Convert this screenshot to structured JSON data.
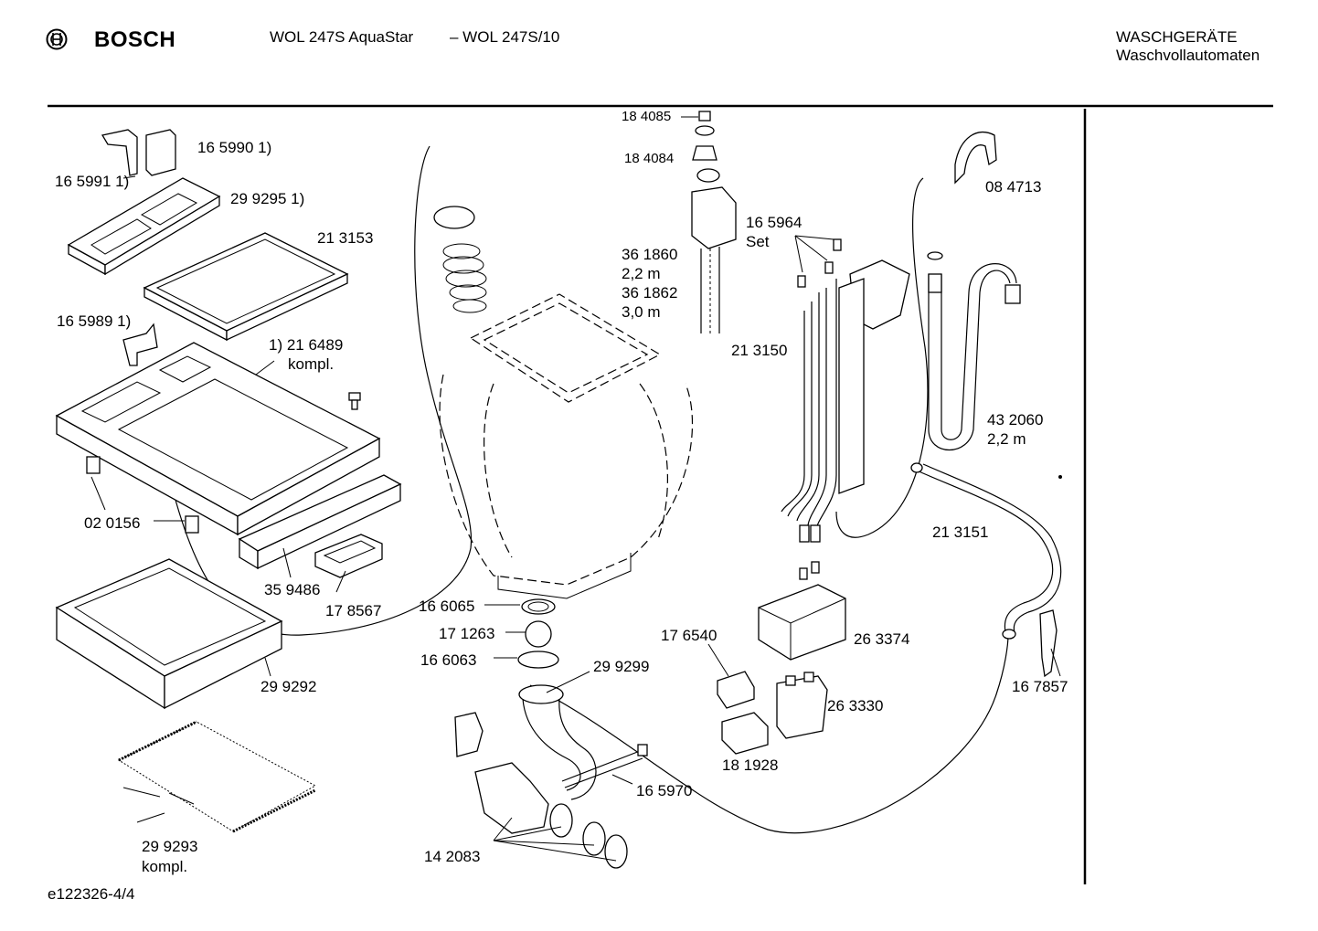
{
  "header": {
    "brand": "BOSCH",
    "model": "WOL 247S AquaStar",
    "variant": "– WOL 247S/10",
    "category": "WASCHGERÄTE",
    "subcategory": "Waschvollautomaten"
  },
  "footer": {
    "doc_id": "e122326-4/4"
  },
  "parts": [
    {
      "id": "p1",
      "text": "16 5990 1)"
    },
    {
      "id": "p2",
      "text": "16 5991 1)"
    },
    {
      "id": "p3",
      "text": "29 9295 1)"
    },
    {
      "id": "p4",
      "text": "21 3153"
    },
    {
      "id": "p5",
      "text": "16 5989 1)"
    },
    {
      "id": "p6",
      "text": "1) 21 6489"
    },
    {
      "id": "p6b",
      "text": "kompl."
    },
    {
      "id": "p7",
      "text": "02 0156"
    },
    {
      "id": "p8",
      "text": "35 9486"
    },
    {
      "id": "p9",
      "text": "17 8567"
    },
    {
      "id": "p10",
      "text": "29 9292"
    },
    {
      "id": "p11",
      "text": "29 9293"
    },
    {
      "id": "p11b",
      "text": "kompl."
    },
    {
      "id": "p12",
      "text": "18 4085"
    },
    {
      "id": "p13",
      "text": "18 4084"
    },
    {
      "id": "p14",
      "text": "36 1860"
    },
    {
      "id": "p14b",
      "text": "2,2 m"
    },
    {
      "id": "p15",
      "text": "36 1862"
    },
    {
      "id": "p15b",
      "text": "3,0 m"
    },
    {
      "id": "p16",
      "text": "16 5964"
    },
    {
      "id": "p16b",
      "text": "Set"
    },
    {
      "id": "p17",
      "text": "21 3150"
    },
    {
      "id": "p18",
      "text": "08 4713"
    },
    {
      "id": "p19",
      "text": "43 2060"
    },
    {
      "id": "p19b",
      "text": "2,2 m"
    },
    {
      "id": "p20",
      "text": "21 3151"
    },
    {
      "id": "p21",
      "text": "16 6065"
    },
    {
      "id": "p22",
      "text": "17 1263"
    },
    {
      "id": "p23",
      "text": "16 6063"
    },
    {
      "id": "p24",
      "text": "29 9299"
    },
    {
      "id": "p25",
      "text": "17 6540"
    },
    {
      "id": "p26",
      "text": "26 3374"
    },
    {
      "id": "p27",
      "text": "26 3330"
    },
    {
      "id": "p28",
      "text": "18 1928"
    },
    {
      "id": "p29",
      "text": "16 5970"
    },
    {
      "id": "p30",
      "text": "14 2083"
    },
    {
      "id": "p31",
      "text": "16 7857"
    }
  ]
}
